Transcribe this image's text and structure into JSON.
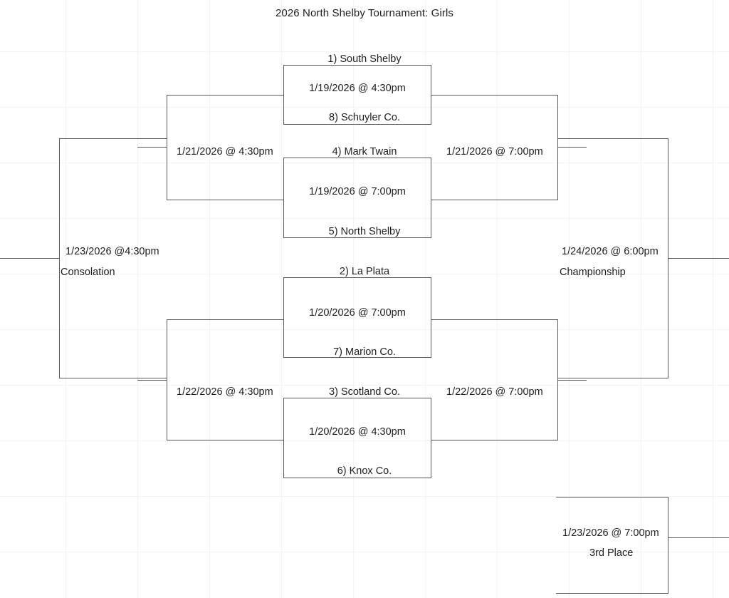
{
  "title": "2026 North Shelby Tournament: Girls",
  "round1": [
    {
      "id": "game-1",
      "team_top": "1) South Shelby",
      "team_bottom": "8) Schuyler Co.",
      "datetime": "1/19/2026 @ 4:30pm"
    },
    {
      "id": "game-2",
      "team_top": "4) Mark Twain",
      "team_bottom": "5) North Shelby",
      "datetime": "1/19/2026 @ 7:00pm"
    },
    {
      "id": "game-3",
      "team_top": "2) La Plata",
      "team_bottom": "7) Marion Co.",
      "datetime": "1/20/2026 @ 7:00pm"
    },
    {
      "id": "game-4",
      "team_top": "3) Scotland Co.",
      "team_bottom": "6) Knox Co.",
      "datetime": "1/20/2026 @ 4:30pm"
    }
  ],
  "semifinals": {
    "left_top": {
      "datetime": "1/21/2026 @ 4:30pm"
    },
    "right_top": {
      "datetime": "1/21/2026 @ 7:00pm"
    },
    "left_bottom": {
      "datetime": "1/22/2026 @ 4:30pm"
    },
    "right_bottom": {
      "datetime": "1/22/2026 @ 7:00pm"
    }
  },
  "finals": {
    "consolation": {
      "datetime": "1/23/2026 @4:30pm",
      "label": "Consolation"
    },
    "championship": {
      "datetime": "1/24/2026 @ 6:00pm",
      "label": "Championship"
    },
    "third_place": {
      "datetime": "1/23/2026 @ 7:00pm",
      "label": "3rd Place"
    }
  }
}
